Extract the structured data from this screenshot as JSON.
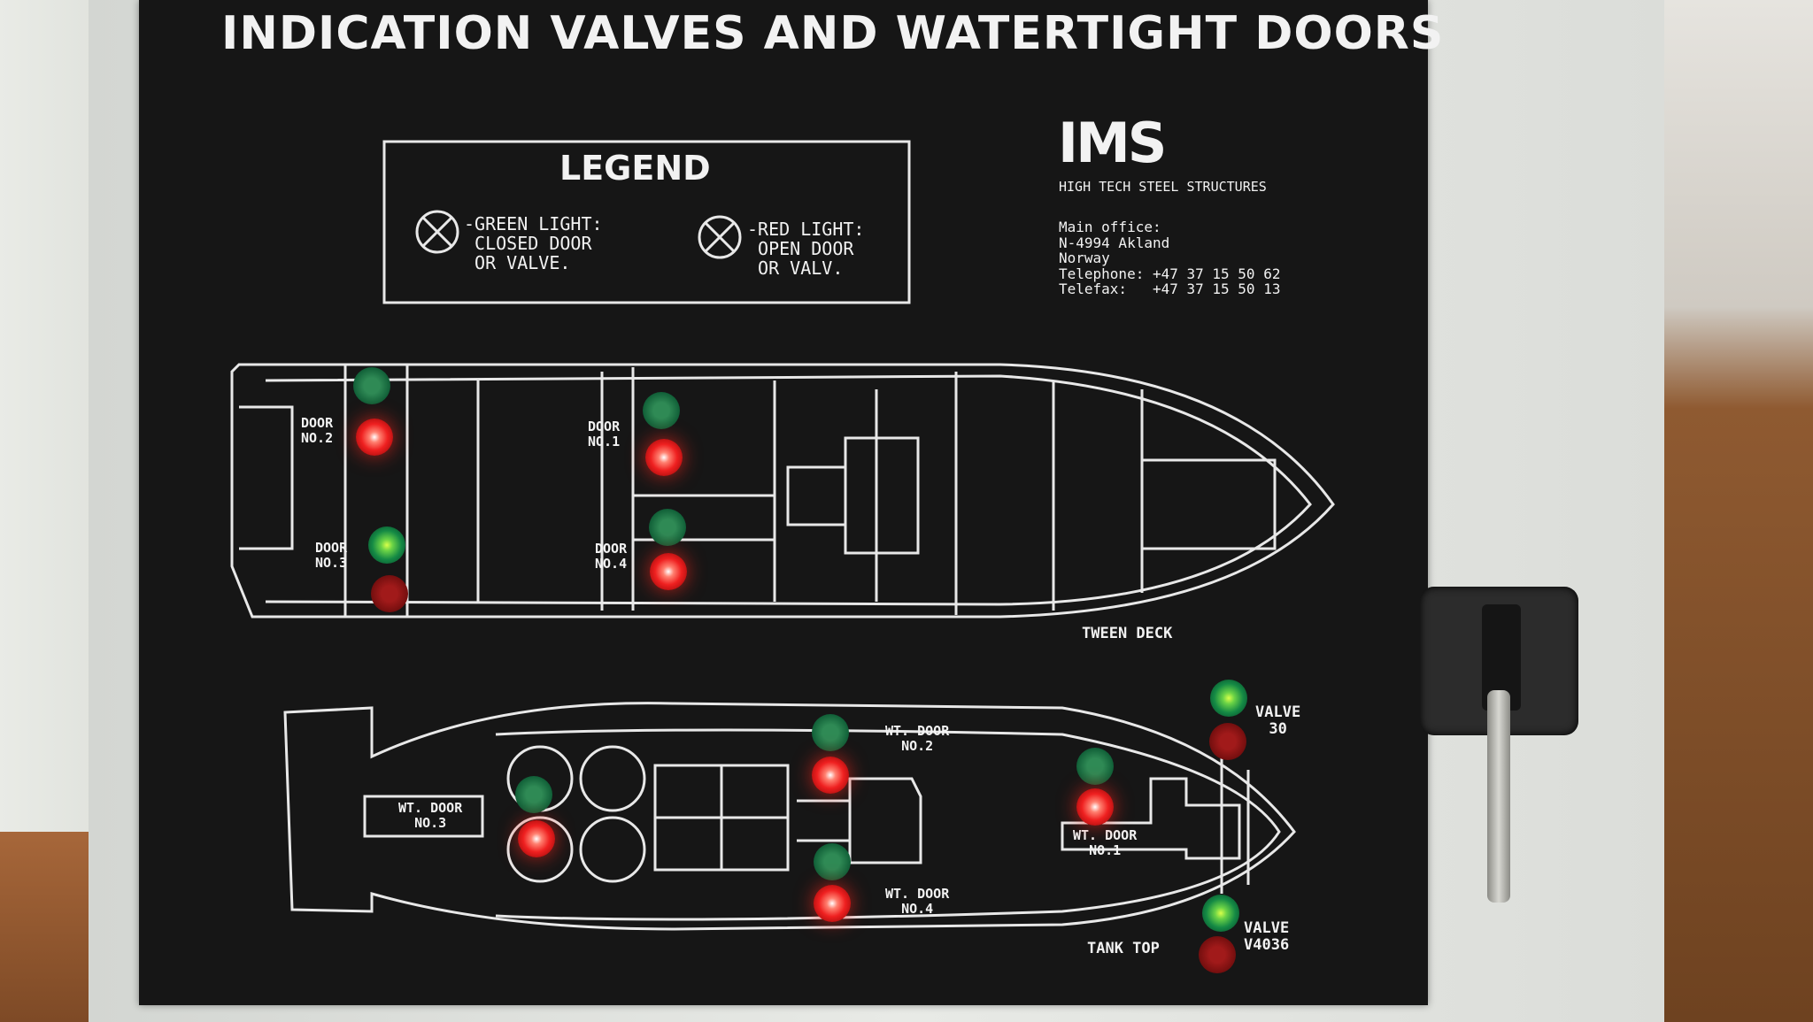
{
  "title": "INDICATION VALVES AND WATERTIGHT DOORS",
  "legend": {
    "title": "LEGEND",
    "green": "-GREEN LIGHT:\n CLOSED DOOR\n OR VALVE.",
    "red": "-RED LIGHT:\n OPEN DOOR\n OR VALV."
  },
  "company": {
    "logo": "IMS",
    "tagline": "HIGH TECH STEEL STRUCTURES",
    "info": "Main office:\nN-4994 Akland\nNorway\nTelephone: +47 37 15 50 62\nTelefax:   +47 37 15 50 13"
  },
  "decks": {
    "tween": "TWEEN DECK",
    "tank": "TANK TOP"
  },
  "labels": {
    "door2": "DOOR\nNO.2",
    "door1": "DOOR\nNO.1",
    "door3": "DOOR\nNO.3",
    "door4": "DOOR\nNO.4",
    "wt2": "WT. DOOR\nNO.2",
    "wt3": "WT. DOOR\nNO.3",
    "wt4": "WT. DOOR\nNO.4",
    "wt1": "WT. DOOR\nNO.1",
    "valve30": "VALVE\n30",
    "valve4036": "VALVE\nV4036"
  },
  "indicators": [
    {
      "name": "door2",
      "state": "open"
    },
    {
      "name": "door3",
      "state": "closed"
    },
    {
      "name": "door1",
      "state": "open"
    },
    {
      "name": "door4",
      "state": "open"
    },
    {
      "name": "wt3",
      "state": "open"
    },
    {
      "name": "wt2",
      "state": "open"
    },
    {
      "name": "wt4",
      "state": "open"
    },
    {
      "name": "wt1",
      "state": "open"
    },
    {
      "name": "valve30",
      "state": "closed"
    },
    {
      "name": "valve4036",
      "state": "closed"
    }
  ]
}
